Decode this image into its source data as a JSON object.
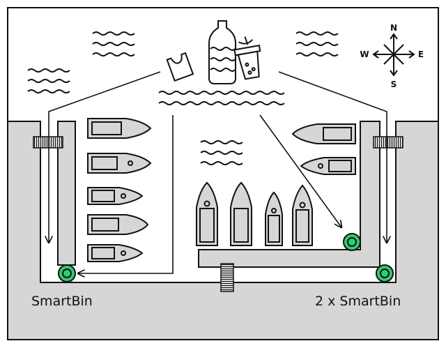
{
  "labels": {
    "left_bin": "SmartBin",
    "right_bins": "2 x SmartBin"
  },
  "compass": {
    "n": "N",
    "e": "E",
    "s": "S",
    "w": "W"
  },
  "colors": {
    "land": "#d6d6d6",
    "bin": "#2ecc71",
    "line": "#111111",
    "water": "#ffffff"
  }
}
